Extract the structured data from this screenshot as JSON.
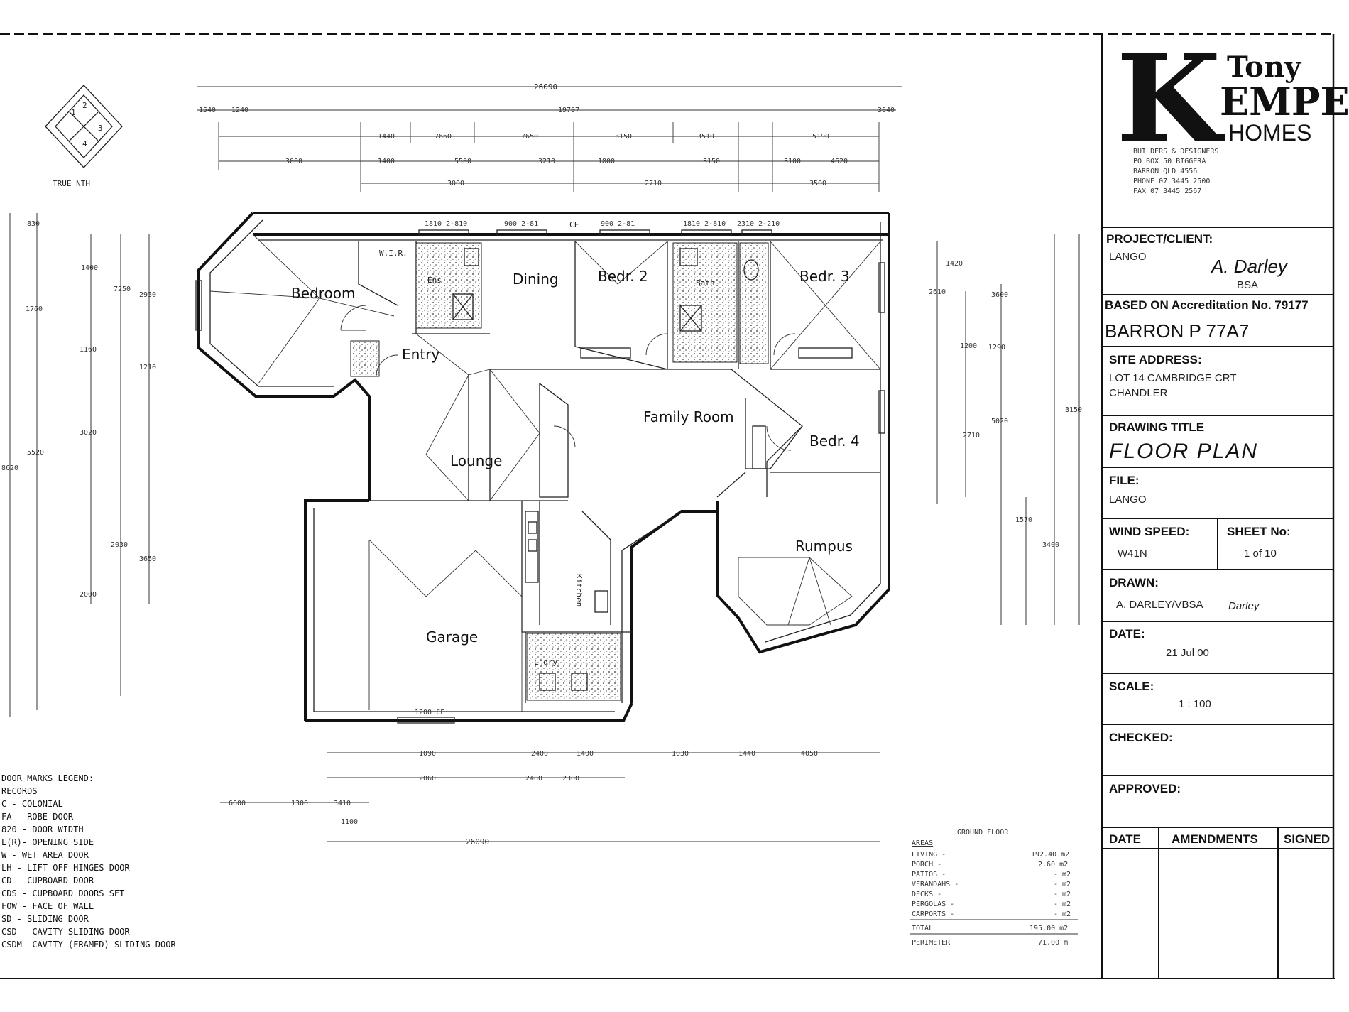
{
  "north_label": "TRUE NTH",
  "compass_numbers": [
    "1",
    "2",
    "3",
    "4"
  ],
  "overall_top_dim": "26090",
  "top_dims_row1": [
    "1540",
    "1240",
    "19707",
    "3040"
  ],
  "top_dims_row2": [
    "1440",
    "7660",
    "7650",
    "3150",
    "3510",
    "5190"
  ],
  "top_dims_row3": [
    "3000",
    "1400",
    "5500",
    "3210",
    "1800",
    "3150",
    "3100",
    "4620"
  ],
  "top_dims_row4": [
    "3000",
    "2710",
    "3500"
  ],
  "window_labels_top": [
    "1810 2-810",
    "900 2-81",
    "CF",
    "900 2-81",
    "1810 2-810",
    "2310 2-210"
  ],
  "rooms": {
    "bedroom_main": "Bedroom",
    "ensuite": "Ens",
    "wir": "W.I.R.",
    "dining": "Dining",
    "bed2": "Bedr. 2",
    "bath": "Bath",
    "bed3": "Bedr. 3",
    "entry": "Entry",
    "family": "Family Room",
    "lounge": "Lounge",
    "bed4": "Bedr. 4",
    "rumpus": "Rumpus",
    "kitchen": "Kitchen",
    "garage": "Garage",
    "laundry": "L'dry"
  },
  "garage_door": "1200 CF",
  "bottom_dims_row1": [
    "1090",
    "2400",
    "1400",
    "1030",
    "1440",
    "4050"
  ],
  "bottom_dims_row2": [
    "2060",
    "2400",
    "2300"
  ],
  "bottom_dims_row3": [
    "6600",
    "1300",
    "3410",
    "1100"
  ],
  "bottom_overall": "26090",
  "left_dims": [
    "830",
    "1400",
    "7250",
    "1760",
    "2930",
    "1210",
    "1160",
    "5520",
    "8620",
    "3650",
    "2030",
    "3020",
    "2000"
  ],
  "right_dims": [
    "1420",
    "2610",
    "3600",
    "1200",
    "1290",
    "5020",
    "2710",
    "3400",
    "1570",
    "3150"
  ],
  "legend": {
    "title": "DOOR MARKS LEGEND:",
    "items": [
      "RECORDS",
      "C   -  COLONIAL",
      "FA  -  ROBE DOOR",
      "820 -  DOOR WIDTH",
      "L(R)-  OPENING SIDE",
      "W   -  WET AREA DOOR",
      "LH  -  LIFT OFF HINGES DOOR",
      "CD  -  CUPBOARD DOOR",
      "CDS -  CUPBOARD DOORS SET",
      "FOW -  FACE OF WALL",
      "SD  -  SLIDING DOOR",
      "CSD -  CAVITY SLIDING DOOR",
      "CSDM-  CAVITY (FRAMED) SLIDING DOOR"
    ]
  },
  "areas": {
    "title": "AREAS",
    "heading": "GROUND FLOOR",
    "rows": [
      {
        "label": "LIVING -",
        "value": "192.40 m2"
      },
      {
        "label": "PORCH -",
        "value": "2.60 m2"
      },
      {
        "label": "PATIOS -",
        "value": "- m2"
      },
      {
        "label": "VERANDAHS -",
        "value": "- m2"
      },
      {
        "label": "DECKS -",
        "value": "- m2"
      },
      {
        "label": "PERGOLAS -",
        "value": "- m2"
      },
      {
        "label": "CARPORTS -",
        "value": "- m2"
      },
      {
        "label": "TOTAL",
        "value": "195.00 m2"
      },
      {
        "label": "PERIMETER",
        "value": "71.00 m"
      }
    ]
  },
  "title_block": {
    "logo_tony": "Tony",
    "logo_k": "K",
    "logo_empe": "EMPE",
    "logo_homes": "HOMES",
    "company_lines": [
      "BUILDERS & DESIGNERS",
      "PO BOX 50 BIGGERA",
      "BARRON QLD 4556",
      "PHONE 07 3445 2500",
      "FAX 07 3445 2567"
    ],
    "project_label": "PROJECT/CLIENT:",
    "project_value": "LANGO",
    "client_sig": "A. Darley",
    "client_sig_sub": "BSA",
    "based_on_label": "BASED ON Accreditation No. 79177",
    "based_on_value": "BARRON P 77A7",
    "site_label": "SITE ADDRESS:",
    "site_value_1": "LOT 14 CAMBRIDGE CRT",
    "site_value_2": "CHANDLER",
    "drawing_title_label": "DRAWING TITLE",
    "drawing_title_value": "FLOOR PLAN",
    "file_label": "FILE:",
    "file_value": "LANGO",
    "wind_label": "WIND SPEED:",
    "wind_value": "W41N",
    "sheet_label": "SHEET No:",
    "sheet_value": "1 of 10",
    "drawn_label": "DRAWN:",
    "drawn_value": "A. DARLEY/VBSA",
    "drawn_sig": "Darley",
    "date_label": "DATE:",
    "date_value": "21 Jul 00",
    "scale_label": "SCALE:",
    "scale_value": "1 : 100",
    "checked_label": "CHECKED:",
    "approved_label": "APPROVED:",
    "col_date": "DATE",
    "col_amend": "AMENDMENTS",
    "col_signed": "SIGNED"
  }
}
